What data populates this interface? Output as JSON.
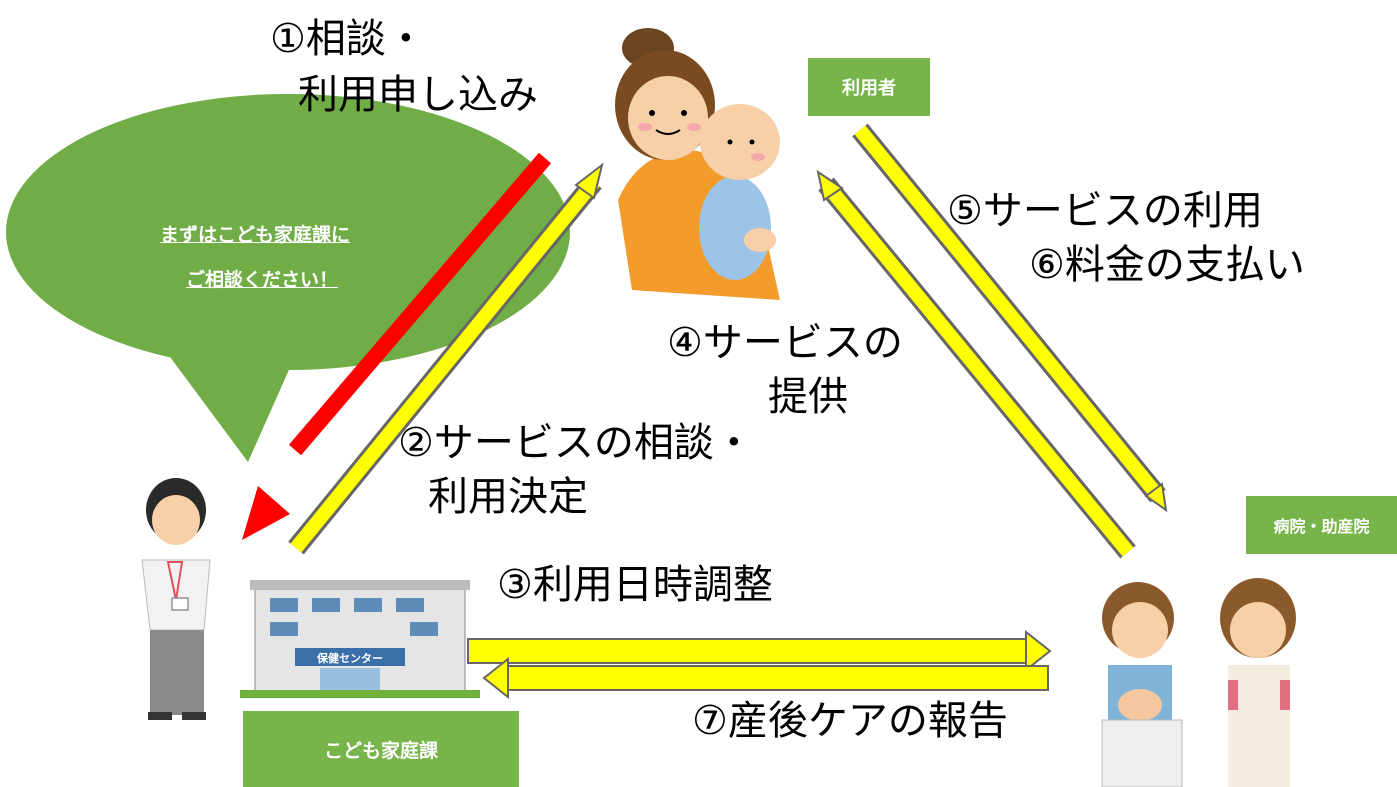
{
  "steps": {
    "s1_line1": "①相談・",
    "s1_line2": "利用申し込み",
    "s2_line1": "②サービスの相談・",
    "s2_line2": "利用決定",
    "s3": "③利用日時調整",
    "s4_line1": "④サービスの",
    "s4_line2": "提供",
    "s5": "⑤サービスの利用",
    "s6": "⑥料金の支払い",
    "s7": "⑦産後ケアの報告"
  },
  "bubble": {
    "line1": "まずはこども家庭課に",
    "line2": "ご相談ください！"
  },
  "boxes": {
    "user": "利用者",
    "hospital": "病院・助産院",
    "office": "こども家庭課"
  },
  "building_sign": "保健センター",
  "colors": {
    "yellow_arrow": "#ffff00",
    "red_arrow": "#ff0000",
    "green_box": "#77b54a",
    "bubble": "#70ad47"
  }
}
